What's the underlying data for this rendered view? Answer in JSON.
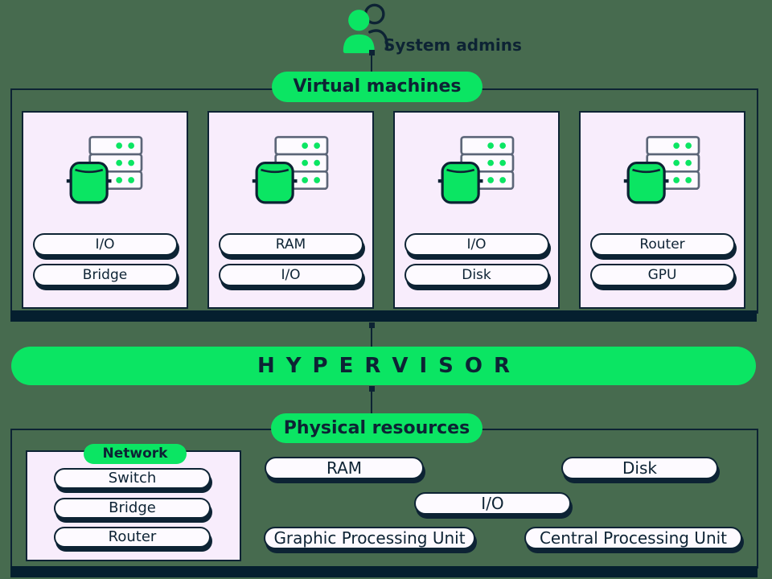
{
  "colors": {
    "background_green": "#476b4f",
    "accent_green": "#0be563",
    "ink_navy": "#0d2334",
    "bar_navy": "#051f2f",
    "card_lavender": "#f8edfc",
    "pill_white": "#fdfaff",
    "server_outline_slate": "#5c6678"
  },
  "header": {
    "admins_label": "System admins"
  },
  "vm_section": {
    "title": "Virtual machines",
    "vms": [
      {
        "pills": [
          "I/O",
          "Bridge"
        ]
      },
      {
        "pills": [
          "RAM",
          "I/O"
        ]
      },
      {
        "pills": [
          "I/O",
          "Disk"
        ]
      },
      {
        "pills": [
          "Router",
          "GPU"
        ]
      }
    ]
  },
  "hypervisor": {
    "title": "HYPERVISOR"
  },
  "physical_section": {
    "title": "Physical resources",
    "network": {
      "title": "Network",
      "pills": [
        "Switch",
        "Bridge",
        "Router"
      ]
    },
    "pills": {
      "ram": "RAM",
      "disk": "Disk",
      "io": "I/O",
      "gpu": "Graphic Processing Unit",
      "cpu": "Central Processing Unit"
    }
  }
}
